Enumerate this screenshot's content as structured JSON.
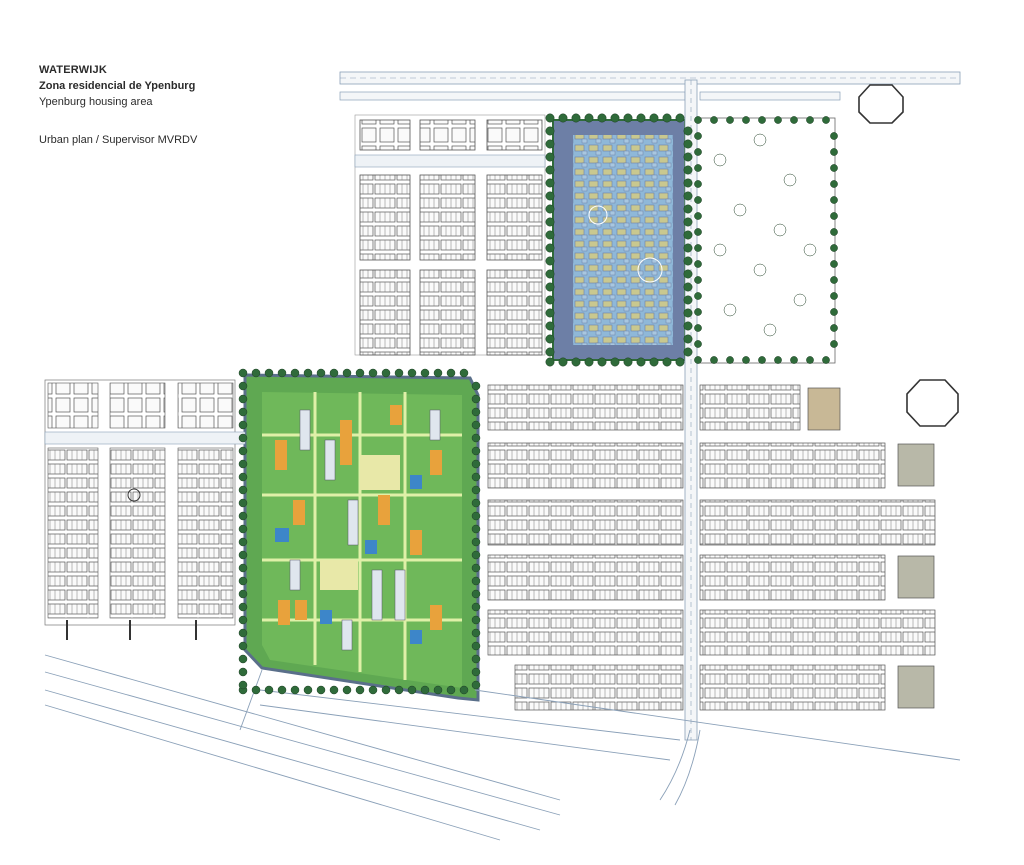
{
  "legend": {
    "project": "WATERWIJK",
    "title_es": "Zona residencial de Ypenburg",
    "title_en": "Ypenburg housing area",
    "credit": "Urban plan / Supervisor MVRDV"
  },
  "colors": {
    "water": "#8fb8d8",
    "water_block": "#6d7fa6",
    "green": "#6fb85a",
    "tree": "#2f6b3a",
    "orange": "#e8a23c",
    "blue": "#3d86c9",
    "road_line": "#8aa0b8",
    "building": "#fafafa",
    "beige": "#c8b896",
    "grey": "#8a8a8a"
  },
  "icons": [
    "tree-icon",
    "octagon-building-icon"
  ]
}
